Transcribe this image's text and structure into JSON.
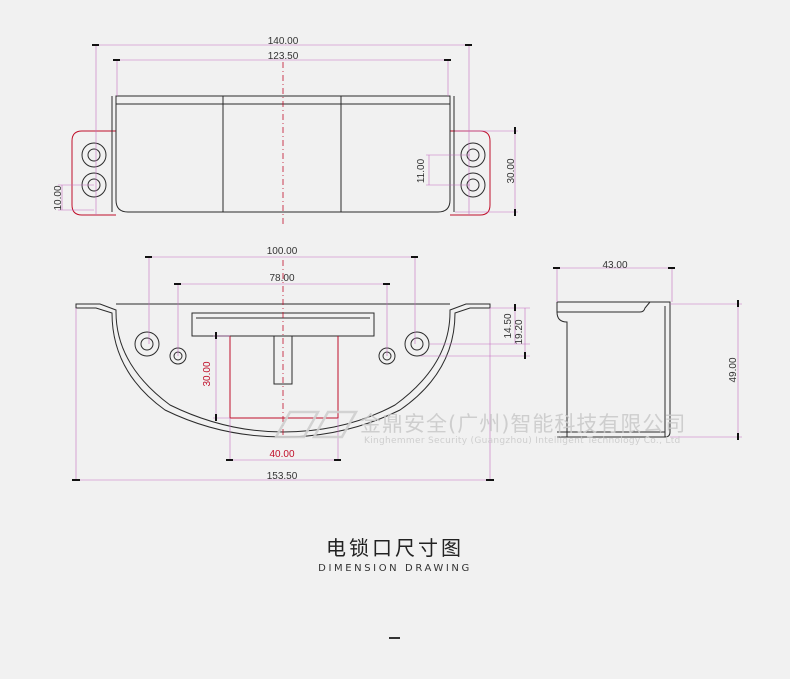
{
  "top_view": {
    "dim_outer_width": "140.00",
    "dim_inner_width": "123.50",
    "dim_hole_spacing": "11.00",
    "dim_height": "30.00",
    "dim_flange": "10.00"
  },
  "front_view": {
    "dim_hole_outer": "100.00",
    "dim_hole_inner": "78.00",
    "dim_depth_red": "30.00",
    "dim_slot_red": "40.00",
    "dim_total": "153.50",
    "dim_h1": "14.50",
    "dim_h2": "19.20"
  },
  "side_view": {
    "dim_width": "43.00",
    "dim_height": "49.00"
  },
  "watermark": {
    "cn": "金鼎安全(广州)智能科技有限公司",
    "en": "Kinghemmer Security (Guangzhou) Intelligent Technology Co., Ltd"
  },
  "caption": {
    "title": "电锁口尺寸图",
    "subtitle": "DIMENSION DRAWING"
  },
  "colors": {
    "line": "#2b2b2b",
    "dim_line": "#c46fc2",
    "red": "#c0102a",
    "background": "#f1f1f1"
  }
}
